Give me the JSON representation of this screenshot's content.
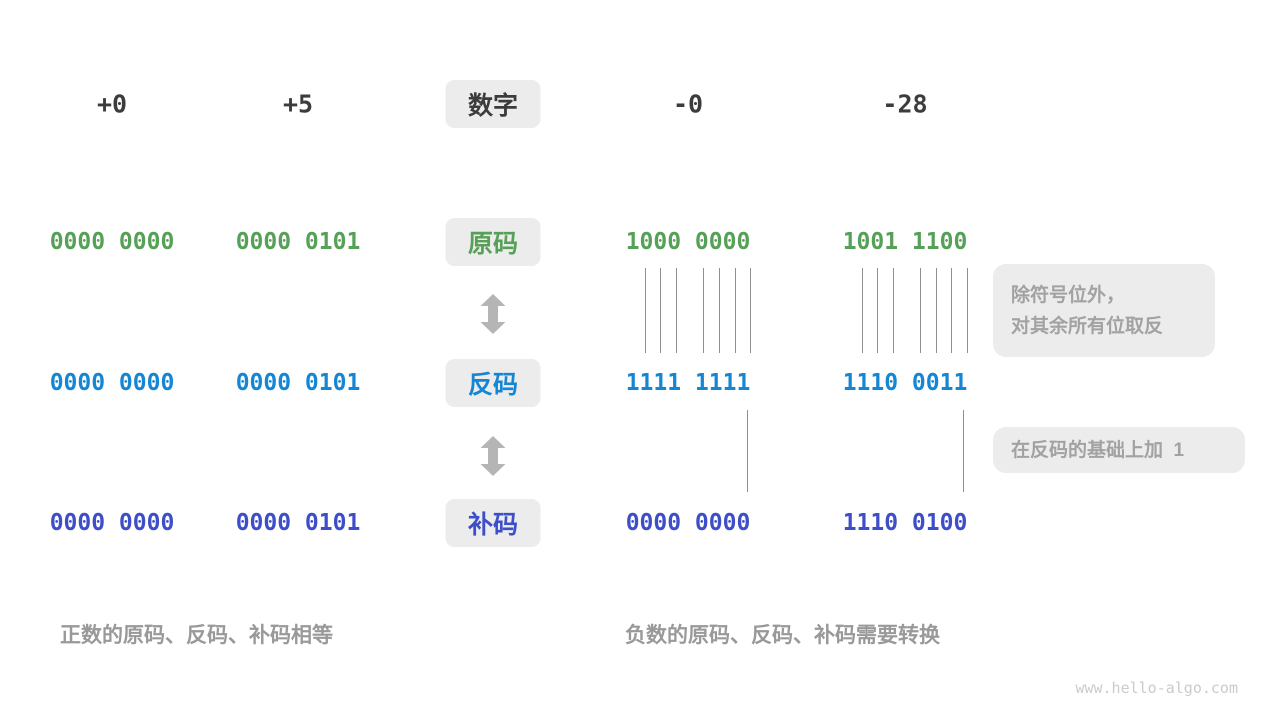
{
  "figure": {
    "title_label": "数字",
    "watermark": "www.hello-algo.com",
    "colors": {
      "sign_magnitude_green": "#57A057",
      "ones_complement_blue": "#1486D3",
      "twos_complement_indigo": "#3D4EC8",
      "number_dark": "#3C3C3C",
      "note_gray_text": "#A2A2A2",
      "box_background": "#ECECEC"
    }
  },
  "header": {
    "label": "数字",
    "values": [
      "+0",
      "+5",
      "-0",
      "-28"
    ]
  },
  "rows": [
    {
      "label": "原码",
      "values": [
        "0000 0000",
        "0000 0101",
        "1000 0000",
        "1001 1100"
      ]
    },
    {
      "label": "反码",
      "values": [
        "0000 0000",
        "0000 0101",
        "1111 1111",
        "1110 0011"
      ]
    },
    {
      "label": "补码",
      "values": [
        "0000 0000",
        "0000 0101",
        "0000 0000",
        "1110 0100"
      ]
    }
  ],
  "annotations": {
    "invert_line1": "除符号位外，",
    "invert_line2": "对其余所有位取反",
    "add_one": "在反码的基础上加  1"
  },
  "captions": {
    "positive": "正数的原码、反码、补码相等",
    "negative": "负数的原码、反码、补码需要转换"
  }
}
